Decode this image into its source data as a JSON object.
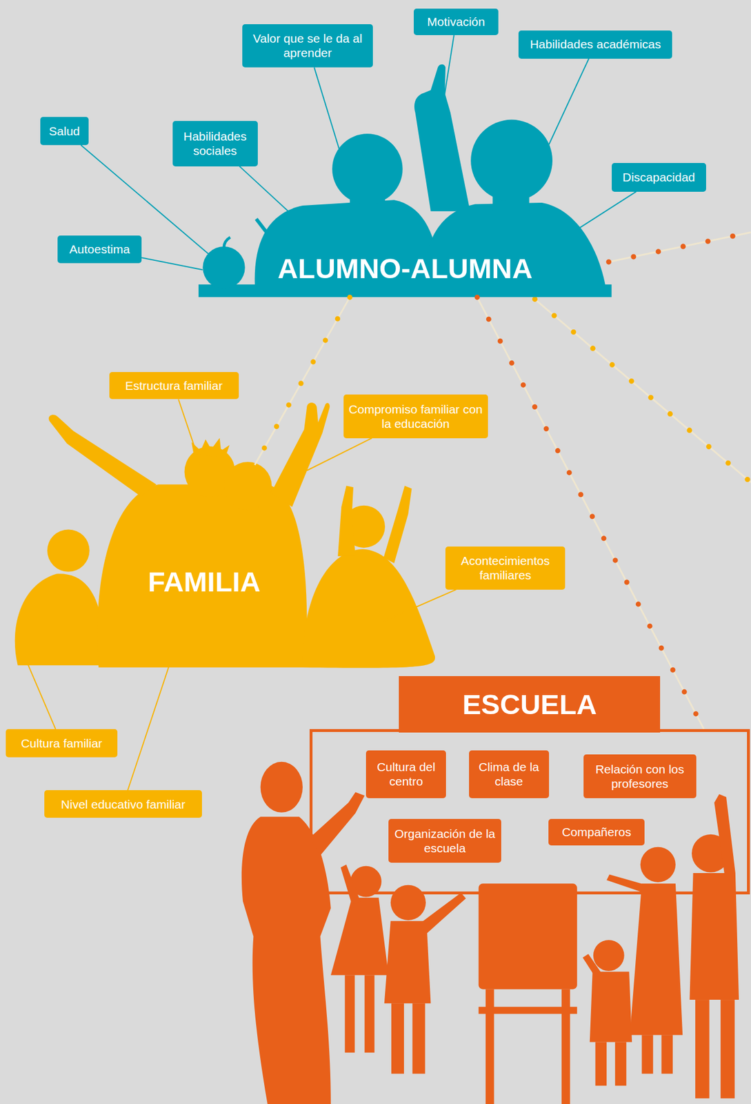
{
  "diagram": {
    "nodes": [
      {
        "text": [
          "ALUMNO-ALUMNA"
        ]
      },
      {
        "text": [
          "Motivación"
        ]
      },
      {
        "text": [
          "Valor que se le da al aprender"
        ]
      },
      {
        "text": [
          "Habilidades académicas"
        ]
      },
      {
        "text": [
          "Salud"
        ]
      },
      {
        "text": [
          "Habilidades sociales"
        ]
      },
      {
        "text": [
          "Discapacidad"
        ]
      },
      {
        "text": [
          "Autoestima"
        ]
      },
      {
        "text": [
          "FAMILIA"
        ]
      },
      {
        "text": [
          "Estructura familiar"
        ]
      },
      {
        "text": [
          "Compromiso familiar con la educación"
        ]
      },
      {
        "text": [
          "Acontecimientos familiares"
        ]
      },
      {
        "text": [
          "Cultura familiar"
        ]
      },
      {
        "text": [
          "Nivel educativo familiar"
        ]
      },
      {
        "text": [
          "ESCUELA"
        ]
      },
      {
        "text": [
          "Cultura del centro"
        ],
        "in": 14
      },
      {
        "text": [
          "Clima de la clase"
        ],
        "in": 14
      },
      {
        "text": [
          "Relación con los profesores"
        ],
        "in": 14
      },
      {
        "text": [
          "Organización de la escuela"
        ],
        "in": 14
      },
      {
        "text": [
          "Compañeros"
        ],
        "in": 14
      }
    ],
    "edges": [
      {
        "from": 1,
        "to": 0,
        "arrow": "none"
      },
      {
        "from": 2,
        "to": 0,
        "arrow": "none"
      },
      {
        "from": 3,
        "to": 0,
        "arrow": "none"
      },
      {
        "from": 4,
        "to": 0,
        "arrow": "none"
      },
      {
        "from": 5,
        "to": 0,
        "arrow": "none"
      },
      {
        "from": 6,
        "to": 0,
        "arrow": "none"
      },
      {
        "from": 7,
        "to": 0,
        "arrow": "none"
      },
      {
        "from": 9,
        "to": 8,
        "arrow": "none"
      },
      {
        "from": 10,
        "to": 8,
        "arrow": "none"
      },
      {
        "from": 11,
        "to": 8,
        "arrow": "none"
      },
      {
        "from": 12,
        "to": 8,
        "arrow": "none"
      },
      {
        "from": 13,
        "to": 8,
        "arrow": "none"
      },
      {
        "from": 0,
        "to": 8,
        "arrow": "none"
      },
      {
        "from": 0,
        "to": 14,
        "arrow": "none"
      }
    ]
  }
}
